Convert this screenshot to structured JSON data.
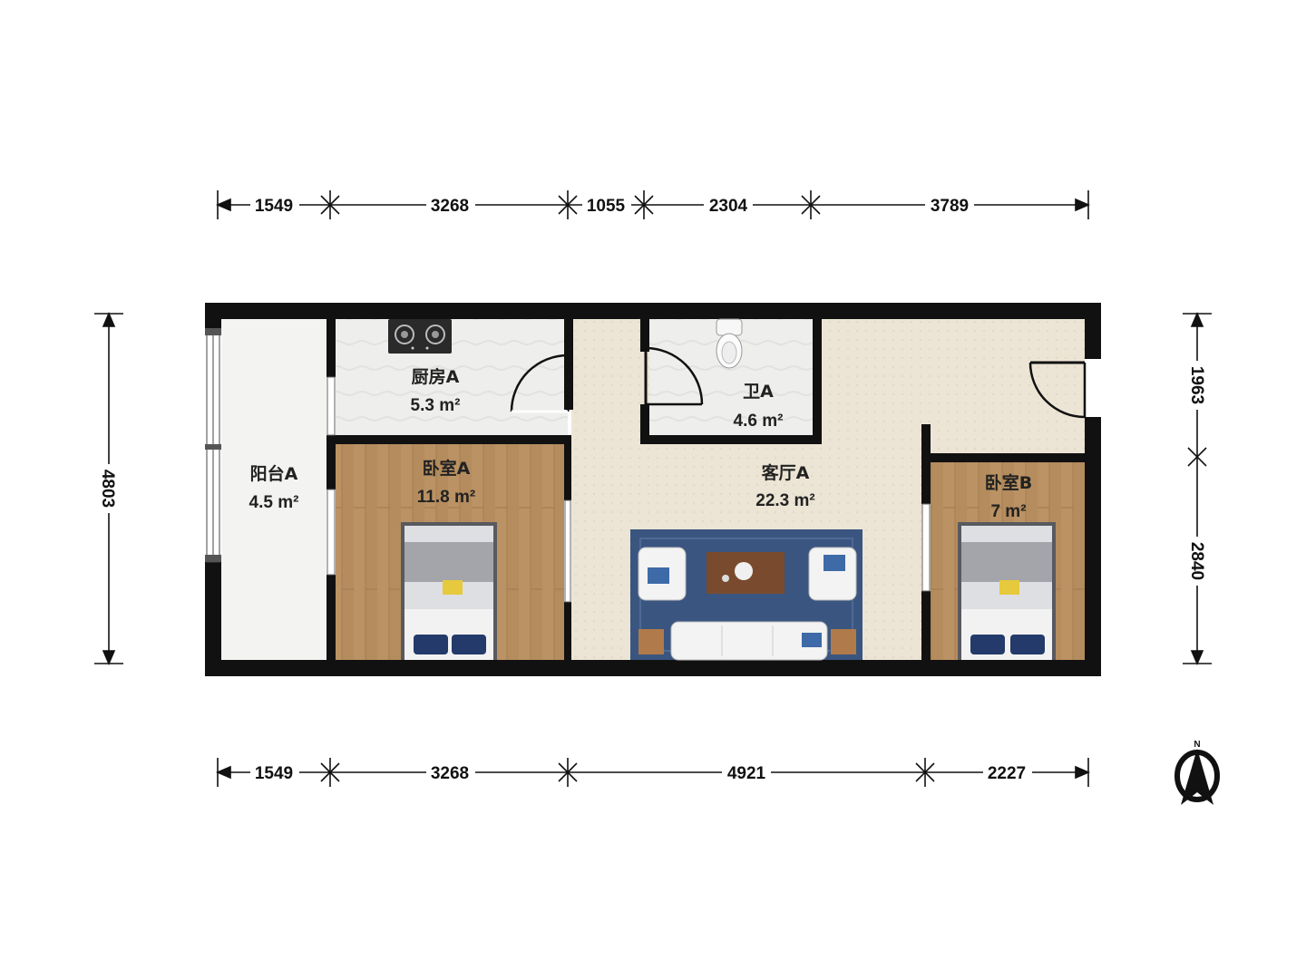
{
  "dimensions": {
    "top": [
      "1549",
      "3268",
      "1055",
      "2304",
      "3789"
    ],
    "bottom": [
      "1549",
      "3268",
      "4921",
      "2227"
    ],
    "left": [
      "4803"
    ],
    "right": [
      "1963",
      "2840"
    ]
  },
  "rooms": {
    "balcony": {
      "name": "阳台A",
      "area": "4.5 m²"
    },
    "kitchen": {
      "name": "厨房A",
      "area": "5.3 m²"
    },
    "bathroom": {
      "name": "卫A",
      "area": "4.6 m²"
    },
    "bedroom_a": {
      "name": "卧室A",
      "area": "11.8 m²"
    },
    "living": {
      "name": "客厅A",
      "area": "22.3 m²"
    },
    "bedroom_b": {
      "name": "卧室B",
      "area": "7 m²"
    }
  },
  "compass": {
    "label": "N"
  },
  "colors": {
    "wall": "#111111",
    "wood_floor": "#b58c5e",
    "tile_floor": "#efeee9",
    "living_floor": "#ece5d5",
    "rug": "#3a5580"
  }
}
